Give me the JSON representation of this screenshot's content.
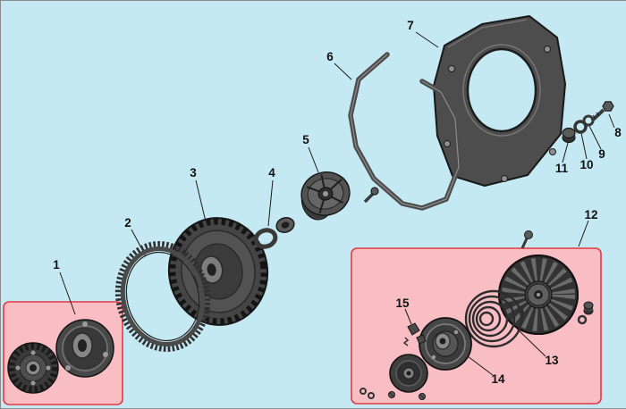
{
  "diagram": {
    "colors": {
      "background": "#c5e9f2",
      "highlight_fill": "#f9bec3",
      "highlight_stroke": "#e23a44",
      "part_gray": "#4a4a4a",
      "label_text": "#111111",
      "leader_line": "#1a1a1a"
    },
    "labels": [
      "1",
      "2",
      "3",
      "4",
      "5",
      "6",
      "7",
      "8",
      "9",
      "10",
      "11",
      "12",
      "13",
      "14",
      "15"
    ]
  }
}
